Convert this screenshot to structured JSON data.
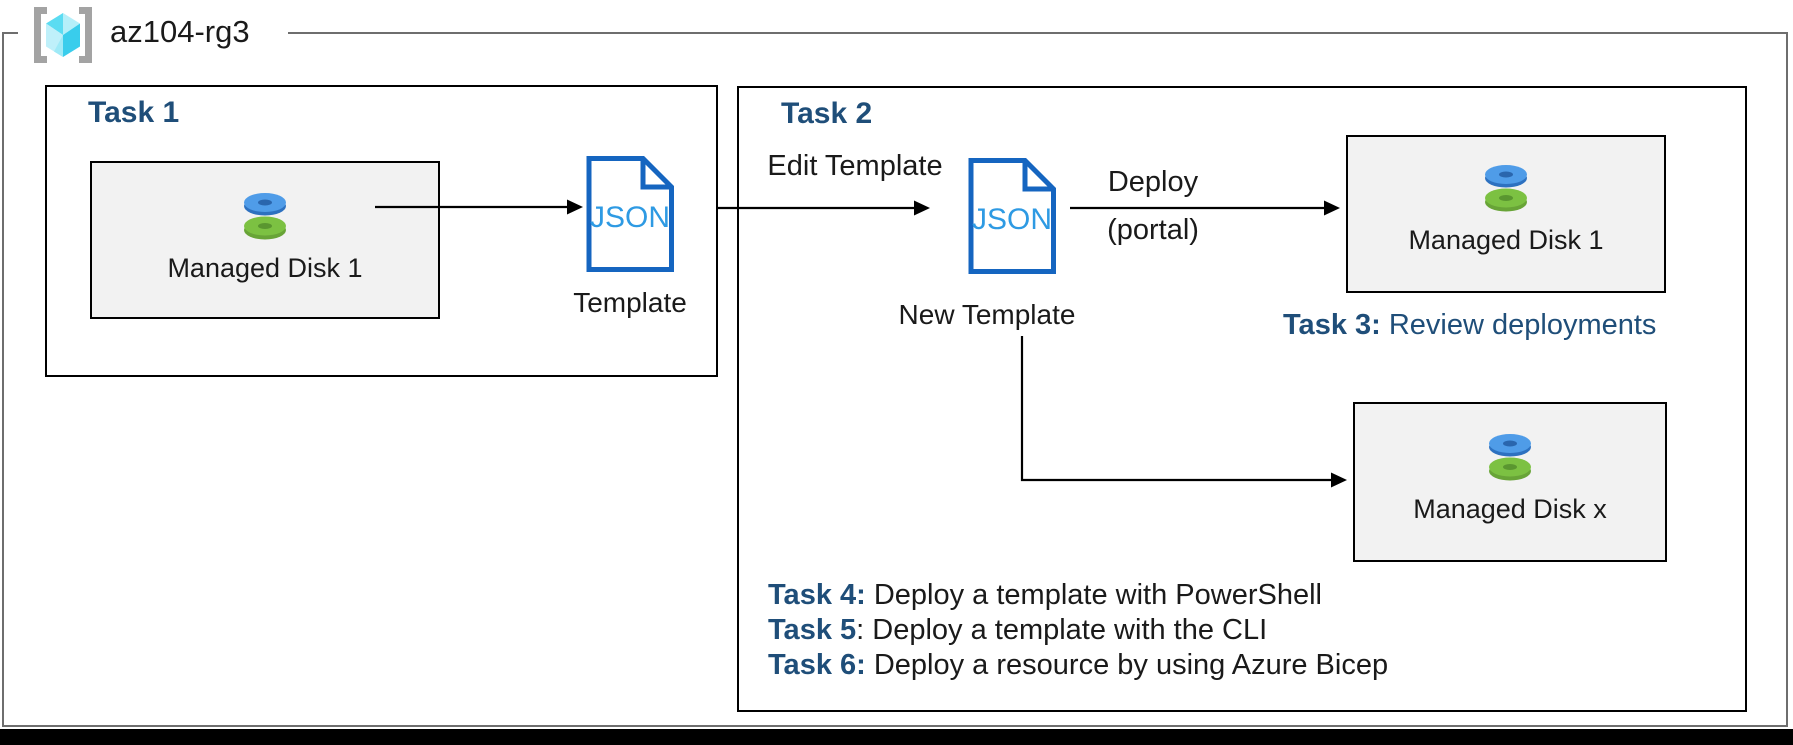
{
  "resource_group": {
    "name": "az104-rg3",
    "icon": "resource-group-icon"
  },
  "task1": {
    "title": "Task 1",
    "disk_box": {
      "label": "Managed Disk 1",
      "icon": "managed-disk-icon"
    },
    "template": {
      "file_type": "JSON",
      "label": "Template",
      "icon": "json-file-icon"
    }
  },
  "task2": {
    "title": "Task 2",
    "edit_arrow_label": "Edit Template",
    "new_template": {
      "file_type": "JSON",
      "label": "New Template",
      "icon": "json-file-icon"
    },
    "deploy_label_line1": "Deploy",
    "deploy_label_line2": "(portal)",
    "disk_box_1": {
      "label": "Managed Disk 1",
      "icon": "managed-disk-icon"
    },
    "disk_box_x": {
      "label": "Managed Disk x",
      "icon": "managed-disk-icon"
    },
    "task3": {
      "prefix": "Task 3:",
      "text": " Review deployments"
    },
    "tasks": [
      {
        "prefix": "Task 4:",
        "text": " Deploy a template with PowerShell"
      },
      {
        "prefix": "Task 5",
        "text": ": Deploy a template with the CLI"
      },
      {
        "prefix": "Task 6:",
        "text": " Deploy a resource by using Azure Bicep"
      }
    ]
  },
  "colors": {
    "task_heading_blue": "#1f4e79",
    "json_border_blue": "#1565c0",
    "json_text_blue": "#2e9ae3",
    "box_fill_gray": "#f2f2f2",
    "frame_gray": "#6e6e6e",
    "disk_blue": "#4f9ce8",
    "disk_green": "#7cc142",
    "cube_cyan": "#50e6ff",
    "bracket_gray": "#a3a3a3",
    "arrow_black": "#000000"
  }
}
